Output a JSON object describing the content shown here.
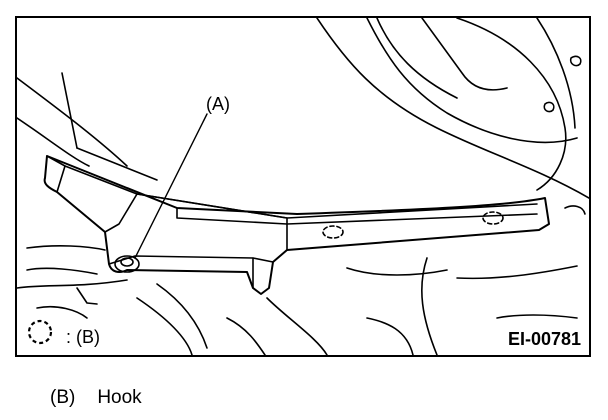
{
  "figure": {
    "callout_a": "(A)",
    "legend_symbol": "dashed-circle",
    "legend_label": ": (B)",
    "figure_id": "EI-00781"
  },
  "caption": {
    "key": "(B)",
    "text": "Hook"
  }
}
